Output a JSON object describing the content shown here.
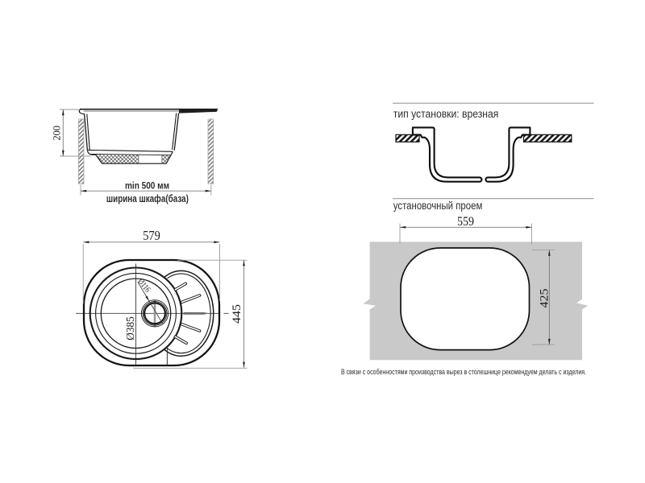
{
  "page": {
    "background": "#ffffff",
    "line_color": "#1a1a1a",
    "dimension_line_color": "#7a7a7a",
    "extension_line_color": "#9a9a9a",
    "countertop_gray": "#c9c9c9",
    "cabinet_hatch_gray": "#8a8a8a"
  },
  "side_section_view": {
    "depth_dimension": "200",
    "cabinet_min_width": "min 500 мм",
    "cabinet_width_label": "ширина шкафа(база)"
  },
  "plan_view": {
    "overall_width": "579",
    "overall_depth": "445",
    "bowl_diameter": "Ø385",
    "drain_diameter": "Ø116"
  },
  "installation_type_section": {
    "title": "тип установки: врезная"
  },
  "cutout_section": {
    "title": "установочный проем",
    "cutout_width": "559",
    "cutout_depth": "425",
    "note": "В связи с особенностями производства вырез в столешнице рекомендуем делать с изделия."
  }
}
